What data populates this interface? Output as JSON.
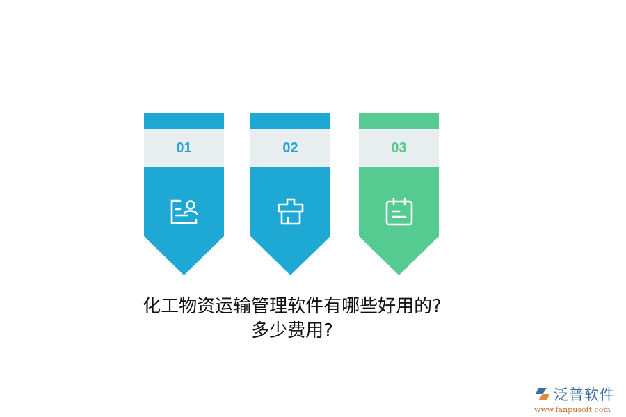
{
  "banners": [
    {
      "number": "01",
      "icon": "user-card-icon",
      "color": "#1ea9d5",
      "number_color": "#2ba3d4"
    },
    {
      "number": "02",
      "icon": "shop-store-icon",
      "color": "#1ea9d5",
      "number_color": "#2ba3d4"
    },
    {
      "number": "03",
      "icon": "calendar-note-icon",
      "color": "#55cb92",
      "number_color": "#55cb92"
    }
  ],
  "title": {
    "line1": "化工物资运输管理软件有哪些好用的?",
    "line2": "多少费用?"
  },
  "logo": {
    "name": "泛普软件",
    "url": "www.fanpusoft.com"
  }
}
